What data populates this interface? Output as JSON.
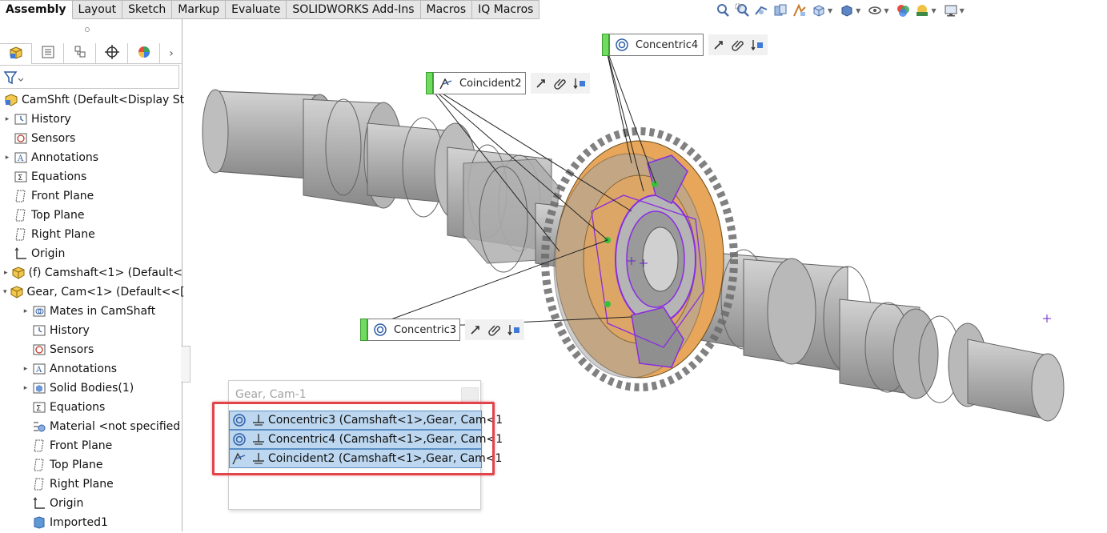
{
  "tabs": [
    {
      "label": "Assembly",
      "active": true
    },
    {
      "label": "Layout"
    },
    {
      "label": "Sketch"
    },
    {
      "label": "Markup"
    },
    {
      "label": "Evaluate"
    },
    {
      "label": "SOLIDWORKS Add-Ins"
    },
    {
      "label": "Macros"
    },
    {
      "label": "IQ Macros"
    }
  ],
  "hud_icons": [
    "zoom-to-fit-icon",
    "zoom-to-area-icon",
    "previous-view-icon",
    "section-view-icon",
    "dynamic-annotation-icon",
    "view-orientation-icon",
    "display-style-icon",
    "hide-show-icon",
    "edit-appearance-icon",
    "apply-scene-icon",
    "view-settings-icon"
  ],
  "panel": {
    "tabs": [
      "feature-manager-icon",
      "property-manager-icon",
      "configuration-manager-icon",
      "dimxpert-icon",
      "display-manager-icon"
    ],
    "tree": [
      {
        "label": "CamShft  (Default<Display St",
        "level": 0,
        "expander": "",
        "icon": "assembly-icon"
      },
      {
        "label": "History",
        "level": 1,
        "expander": "▸",
        "icon": "history-icon"
      },
      {
        "label": "Sensors",
        "level": 1,
        "expander": "",
        "icon": "sensors-icon"
      },
      {
        "label": "Annotations",
        "level": 1,
        "expander": "▸",
        "icon": "annotations-icon"
      },
      {
        "label": "Equations",
        "level": 1,
        "expander": "",
        "icon": "equations-icon"
      },
      {
        "label": "Front Plane",
        "level": 1,
        "expander": "",
        "icon": "plane-icon"
      },
      {
        "label": "Top Plane",
        "level": 1,
        "expander": "",
        "icon": "plane-icon"
      },
      {
        "label": "Right Plane",
        "level": 1,
        "expander": "",
        "icon": "plane-icon"
      },
      {
        "label": "Origin",
        "level": 1,
        "expander": "",
        "icon": "origin-icon"
      },
      {
        "label": "(f) Camshaft<1> (Default<",
        "level": 1,
        "expander": "▸",
        "icon": "part-icon"
      },
      {
        "label": "Gear, Cam<1> (Default<<[",
        "level": 1,
        "expander": "▾",
        "icon": "part-icon"
      },
      {
        "label": "Mates in CamShaft",
        "level": 2,
        "expander": "▸",
        "icon": "mates-icon"
      },
      {
        "label": "History",
        "level": 2,
        "expander": "",
        "icon": "history-icon"
      },
      {
        "label": "Sensors",
        "level": 2,
        "expander": "",
        "icon": "sensors-icon"
      },
      {
        "label": "Annotations",
        "level": 2,
        "expander": "▸",
        "icon": "annotations-icon"
      },
      {
        "label": "Solid Bodies(1)",
        "level": 2,
        "expander": "▸",
        "icon": "solid-bodies-icon"
      },
      {
        "label": "Equations",
        "level": 2,
        "expander": "",
        "icon": "equations-icon"
      },
      {
        "label": "Material <not specified",
        "level": 2,
        "expander": "",
        "icon": "material-icon"
      },
      {
        "label": "Front Plane",
        "level": 2,
        "expander": "",
        "icon": "plane-icon"
      },
      {
        "label": "Top Plane",
        "level": 2,
        "expander": "",
        "icon": "plane-icon"
      },
      {
        "label": "Right Plane",
        "level": 2,
        "expander": "",
        "icon": "plane-icon"
      },
      {
        "label": "Origin",
        "level": 2,
        "expander": "",
        "icon": "origin-icon"
      },
      {
        "label": "Imported1",
        "level": 2,
        "expander": "",
        "icon": "imported-body-icon"
      }
    ]
  },
  "callouts": {
    "concentric4": "Concentric4",
    "coincident2": "Coincident2",
    "concentric3": "Concentric3"
  },
  "popup": {
    "title": "Gear, Cam-1",
    "mates": [
      {
        "label": "Concentric3 (Camshaft<1>,Gear, Cam<1",
        "icon": "concentric-icon"
      },
      {
        "label": "Concentric4 (Camshaft<1>,Gear, Cam<1",
        "icon": "concentric-icon"
      },
      {
        "label": "Coincident2 (Camshaft<1>,Gear, Cam<1",
        "icon": "coincident-icon"
      }
    ]
  },
  "colors": {
    "gear_orange": "#e7a65a",
    "shaft_gray": "#9c9c9c",
    "mate_purple": "#8a2be2",
    "callout_green": "#6fdc5e",
    "highlight_red": "#e0454c",
    "selection_blue": "#bcd7ef"
  }
}
